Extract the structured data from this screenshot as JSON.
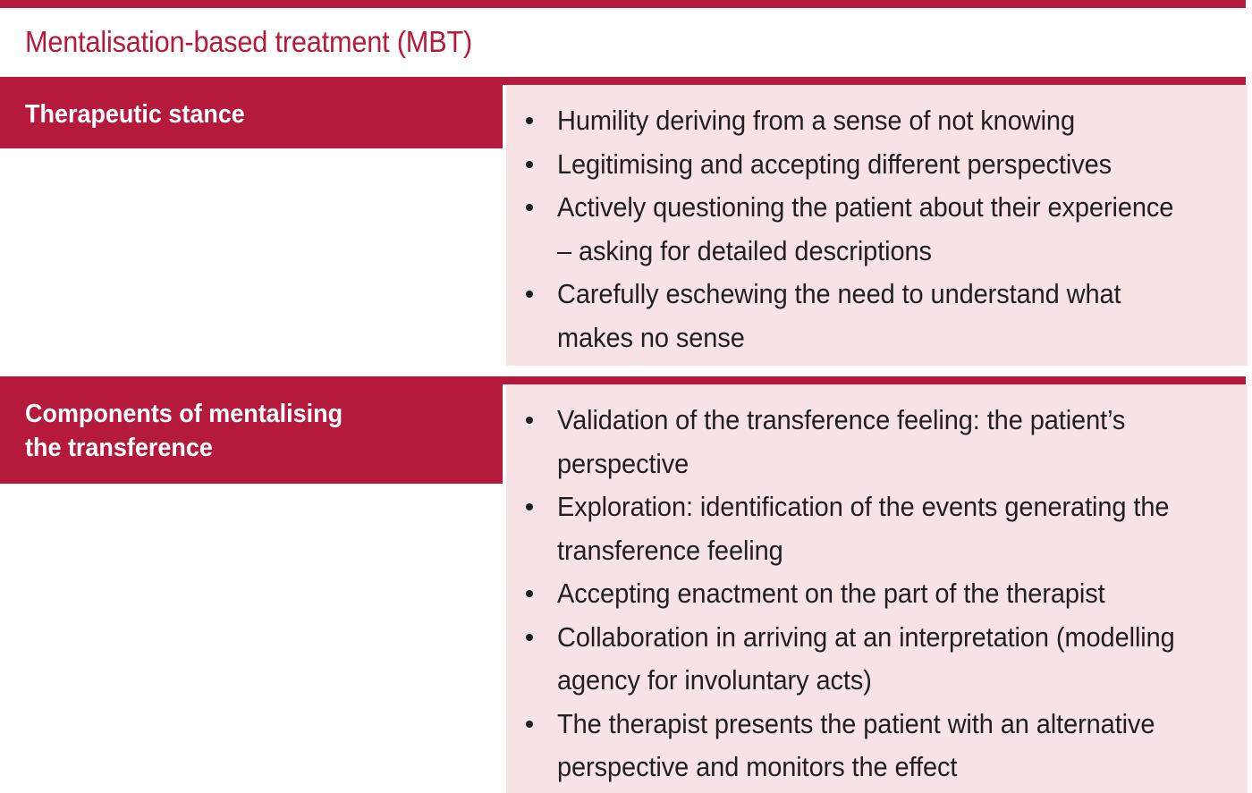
{
  "colors": {
    "brand_red": "#b5193c",
    "panel_pink": "#f7e3e3",
    "body_text": "#231f20",
    "header_text": "#ffffff",
    "page_background": "#ffffff"
  },
  "title": "Mentalisation-based treatment (MBT)",
  "sections": [
    {
      "header": "Therapeutic stance",
      "bullets": [
        "Humility deriving from a sense of not knowing",
        "Legitimising and accepting different perspectives",
        "Actively questioning the patient about their experience – asking for detailed descriptions",
        "Carefully eschewing the need to understand what makes no sense"
      ]
    },
    {
      "header_line_1": "Components of mentalising",
      "header_line_2": "the transference",
      "header": "Components of mentalising the transference",
      "bullets": [
        "Validation of the transference feeling: the patient’s perspective",
        "Exploration: identification of the events generating the transference feeling",
        "Accepting enactment on the part of the therapist",
        "Collaboration in arriving at an interpretation (modelling agency for involuntary acts)",
        "The therapist presents the patient with an alternative perspective and monitors the effect"
      ]
    }
  ]
}
